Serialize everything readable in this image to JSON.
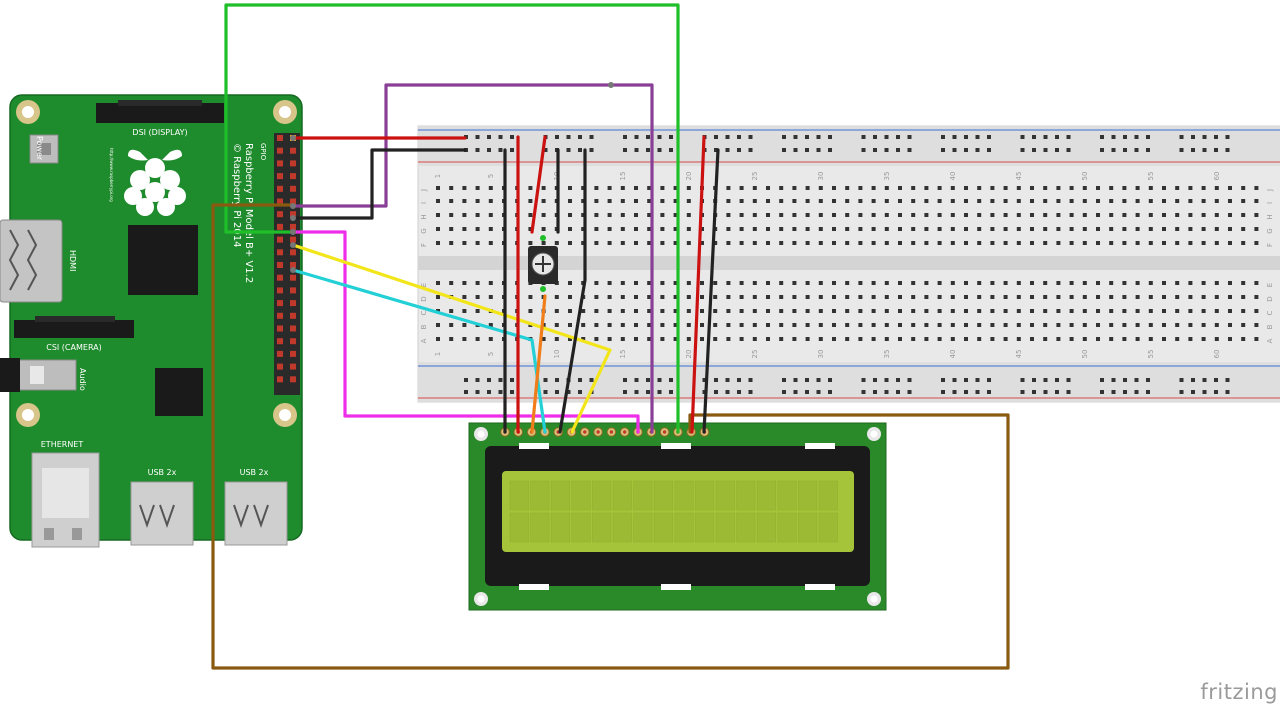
{
  "raspberry_pi": {
    "model_label_line1": "Raspberry Pi Model B+ V1.2",
    "model_label_line2": "© Raspberry Pi 2014",
    "gpio_label": "GPIO",
    "power_label": "Power",
    "dsi_label": "DSI (DISPLAY)",
    "csi_label": "CSI (CAMERA)",
    "hdmi_label": "HDMI",
    "audio_label": "Audio",
    "ethernet_label": "ETHERNET",
    "usb_label_1": "USB 2x",
    "usb_label_2": "USB 2x",
    "url_label": "http://www.raspberrypi.org"
  },
  "breadboard": {
    "row_letters_top": [
      "J",
      "I",
      "H",
      "G",
      "F"
    ],
    "row_letters_bottom": [
      "E",
      "D",
      "C",
      "B",
      "A"
    ],
    "column_numbers": [
      "1",
      "5",
      "10",
      "15",
      "20",
      "25",
      "30",
      "35",
      "40",
      "45",
      "50",
      "55",
      "60"
    ]
  },
  "wire_colors": {
    "red": "#cc1111",
    "black": "#222222",
    "green": "#1fbf2a",
    "purple": "#8a3f96",
    "pink": "#ee2ee8",
    "cyan": "#22d0d6",
    "yellow": "#f2e51a",
    "orange": "#f07d1a",
    "brown": "#8a5a10"
  },
  "brand": {
    "watermark": "fritzing"
  }
}
